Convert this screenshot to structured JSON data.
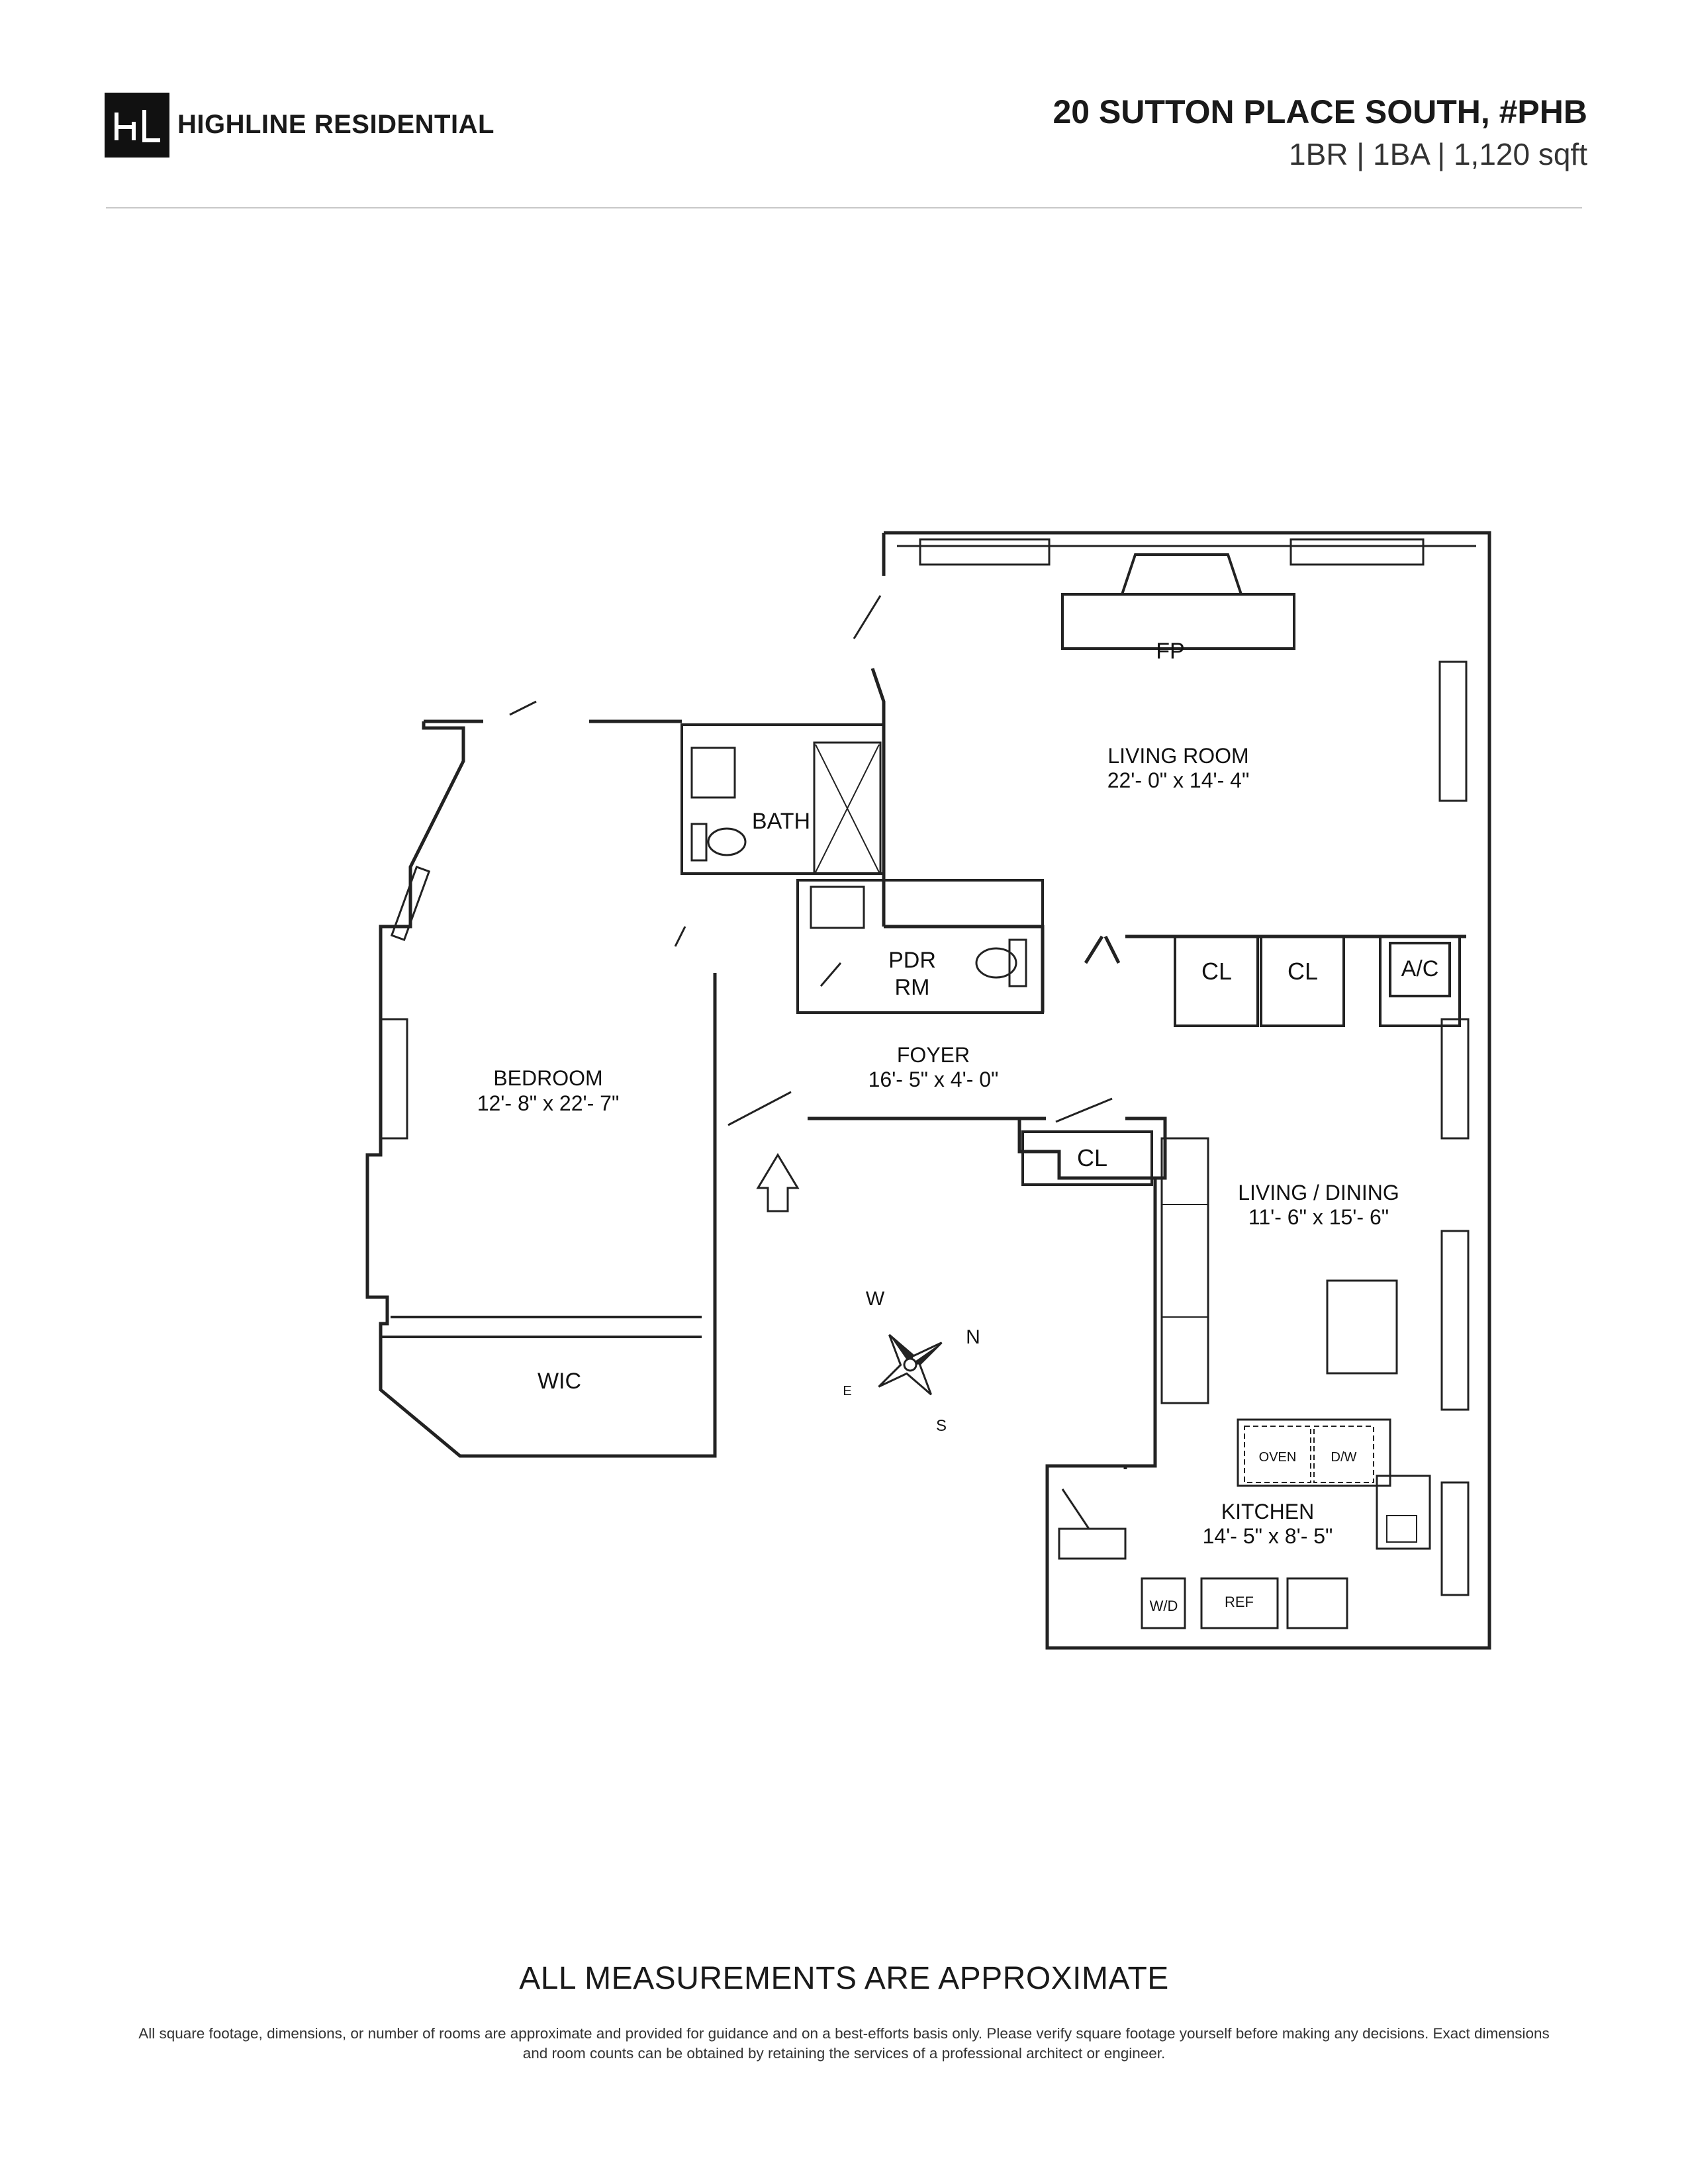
{
  "header": {
    "brand": "HIGHLINE RESIDENTIAL",
    "logo_mark": "HL",
    "address": "20 SUTTON PLACE SOUTH, #PHB",
    "specs": "1BR | 1BA | 1,120 sqft"
  },
  "rooms": {
    "living_room": {
      "name": "LIVING ROOM",
      "dims": "22'- 0\" x 14'- 4\""
    },
    "fireplace": "FP",
    "bath": "BATH",
    "pdr": {
      "line1": "PDR",
      "line2": "RM"
    },
    "closet1": "CL",
    "closet2": "CL",
    "closet3": "CL",
    "ac": "A/C",
    "bedroom": {
      "name": "BEDROOM",
      "dims": "12'- 8\" x 22'- 7\""
    },
    "foyer": {
      "name": "FOYER",
      "dims": "16'- 5\" x 4'- 0\""
    },
    "living_dining": {
      "name": "LIVING / DINING",
      "dims": "11'- 6\" x 15'- 6\""
    },
    "wic": "WIC",
    "kitchen": {
      "name": "KITCHEN",
      "dims": "14'- 5\" x 8'- 5\""
    },
    "oven": "OVEN",
    "dw": "D/W",
    "ref": "REF",
    "wd": "W/D"
  },
  "compass": {
    "w": "W",
    "n": "N",
    "e": "E",
    "s": "S"
  },
  "footer": {
    "title": "ALL MEASUREMENTS ARE APPROXIMATE",
    "disclaimer": "All square footage, dimensions, or number of rooms are approximate and provided for guidance and on a best-efforts basis only. Please verify square footage yourself before making any decisions. Exact dimensions and room counts can be obtained by retaining the services of a professional architect or engineer."
  }
}
